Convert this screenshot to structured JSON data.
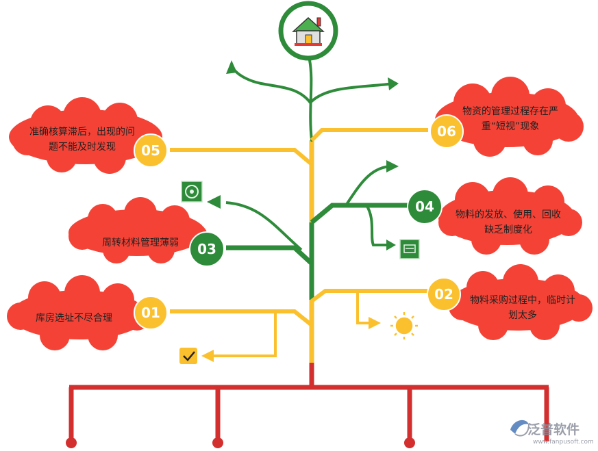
{
  "colors": {
    "yellow": "#fbc02d",
    "green": "#2e8b3a",
    "red": "#d32f2f",
    "cloud": "#f44336"
  },
  "issues": [
    {
      "number": "05",
      "lines": [
        "准确核算滞后，出现的问",
        "题不能及时发现"
      ],
      "color": "yellow"
    },
    {
      "number": "06",
      "lines": [
        "物资的管理过程存在严",
        "重“短视”现象"
      ],
      "color": "yellow"
    },
    {
      "number": "03",
      "lines": [
        "周转材料管理薄弱"
      ],
      "color": "green"
    },
    {
      "number": "04",
      "lines": [
        "物料的发放、使用、回收",
        "缺乏制度化"
      ],
      "color": "green"
    },
    {
      "number": "01",
      "lines": [
        "库房选址不尽合理"
      ],
      "color": "yellow"
    },
    {
      "number": "02",
      "lines": [
        "物料采购过程中，临时计",
        "划太多"
      ],
      "color": "yellow"
    }
  ],
  "icons": {
    "top": "house-icon",
    "left_green": "target-icon",
    "right_green": "card-icon",
    "left_yellow": "checkbox-icon",
    "right_yellow": "sun-icon"
  },
  "watermark": {
    "brand": "泛普软件",
    "url": "www.fanpusoft.com"
  }
}
